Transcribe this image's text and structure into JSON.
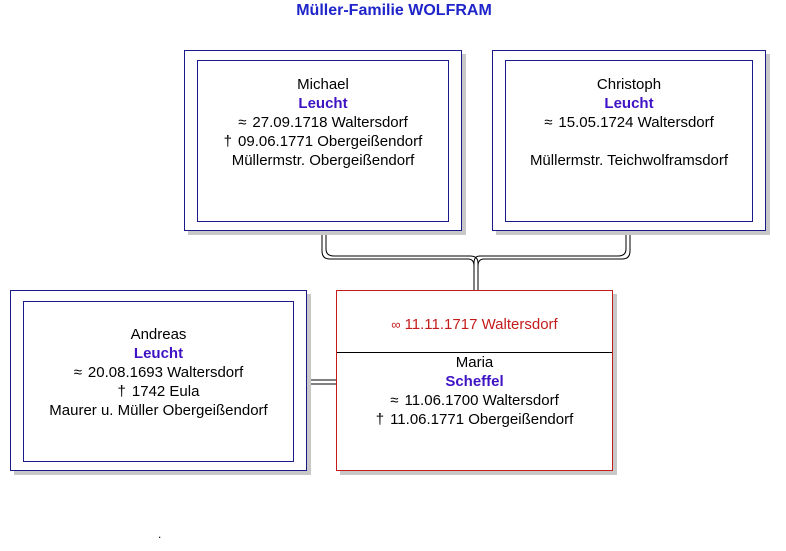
{
  "title": "Müller-Familie WOLFRAM",
  "persons": {
    "michael": {
      "given_name": "Michael",
      "surname": "Leucht",
      "baptism_symbol": "≈",
      "baptism": "27.09.1718 Waltersdorf",
      "death_symbol": "†",
      "death": "09.06.1771 Obergeißendorf",
      "occupation": "Müllermstr. Obergeißendorf"
    },
    "christoph": {
      "given_name": "Christoph",
      "surname": "Leucht",
      "baptism_symbol": "≈",
      "baptism": "15.05.1724 Waltersdorf",
      "occupation": "Müllermstr. Teichwolframsdorf"
    },
    "andreas": {
      "given_name": "Andreas",
      "surname": "Leucht",
      "baptism_symbol": "≈",
      "baptism": "20.08.1693 Waltersdorf",
      "death_symbol": "†",
      "death": "1742 Eula",
      "occupation": "Maurer u. Müller Obergeißendorf"
    },
    "maria": {
      "given_name": "Maria",
      "surname": "Scheffel",
      "baptism_symbol": "≈",
      "baptism": "11.06.1700 Waltersdorf",
      "death_symbol": "†",
      "death": "11.06.1771 Obergeißendorf"
    }
  },
  "marriage": {
    "symbol": "∞",
    "text": "11.11.1717 Waltersdorf"
  },
  "footer_mark": "."
}
